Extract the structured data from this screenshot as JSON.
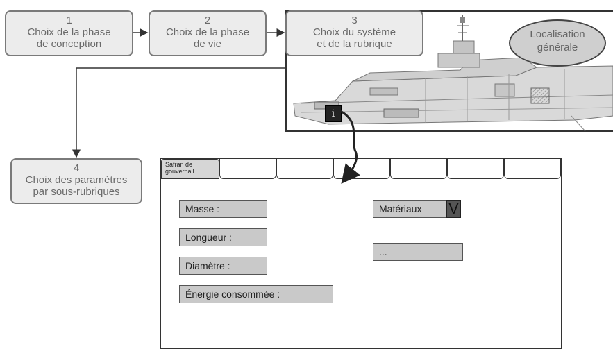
{
  "steps": [
    {
      "number": "1",
      "line1": "Choix de la phase",
      "line2": "de conception"
    },
    {
      "number": "2",
      "line1": "Choix de la phase",
      "line2": "de vie"
    },
    {
      "number": "3",
      "line1": "Choix du système",
      "line2": "et de la rubrique"
    },
    {
      "number": "4",
      "line1": "Choix des paramètres",
      "line2": "par sous-rubriques"
    }
  ],
  "localisation": {
    "line1": "Localisation",
    "line2": "générale"
  },
  "info_icon": "i",
  "tabs": {
    "first_line1": "Safran de",
    "first_line2": "gouvernail"
  },
  "fields": {
    "masse": "Masse :",
    "longueur": "Longueur :",
    "diametre": "Diamètre :",
    "energie": "Énergie consommée :",
    "materiaux": "Matériaux",
    "materiaux_dropdown": "V",
    "autres": "..."
  },
  "colors": {
    "box_fill": "#ececec",
    "field_fill": "#c9c9c9",
    "ellipse_fill": "#cfcfcf"
  }
}
